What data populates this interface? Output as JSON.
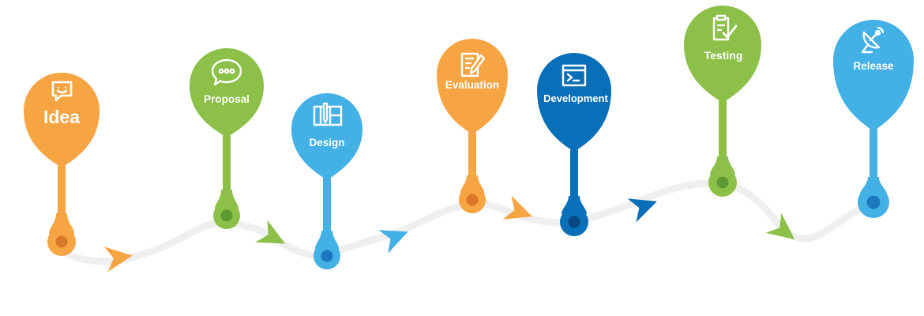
{
  "diagram": {
    "colors": {
      "orange": "#f7a543",
      "orange_dark": "#d8792a",
      "green": "#8cc048",
      "green_dark": "#5e9a34",
      "light_blue": "#43b0e6",
      "light_blue_dark": "#1d79bf",
      "dark_blue": "#0a6fb9",
      "dark_blue_dark": "#06487f",
      "path": "#efefef"
    },
    "steps": [
      {
        "label": "Idea",
        "icon": "chat-smile-icon",
        "color": "orange"
      },
      {
        "label": "Proposal",
        "icon": "speech-bubble-icon",
        "color": "green"
      },
      {
        "label": "Design",
        "icon": "blueprint-pencil-icon",
        "color": "light_blue"
      },
      {
        "label": "Evaluation",
        "icon": "checklist-pen-icon",
        "color": "orange"
      },
      {
        "label": "Development",
        "icon": "terminal-window-icon",
        "color": "dark_blue"
      },
      {
        "label": "Testing",
        "icon": "clipboard-check-icon",
        "color": "green"
      },
      {
        "label": "Release",
        "icon": "satellite-dish-icon",
        "color": "light_blue"
      }
    ],
    "arrows": [
      {
        "color": "orange"
      },
      {
        "color": "green"
      },
      {
        "color": "light_blue"
      },
      {
        "color": "orange"
      },
      {
        "color": "dark_blue"
      },
      {
        "color": "green"
      }
    ]
  }
}
